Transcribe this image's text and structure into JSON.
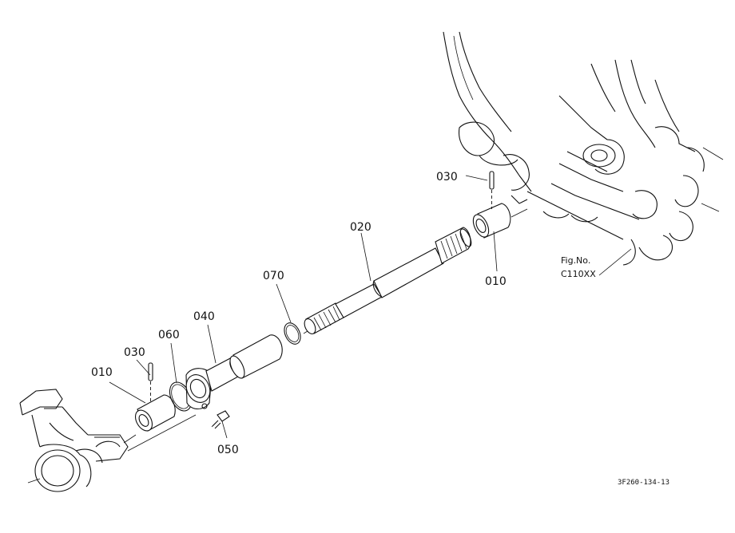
{
  "labels": {
    "p010_left": "010",
    "p030_left": "030",
    "p060": "060",
    "p040": "040",
    "p050": "050",
    "p070": "070",
    "p020": "020",
    "p030_right": "030",
    "p010_right": "010"
  },
  "figref": {
    "line1": "Fig.No.",
    "line2": "C110XX"
  },
  "drawing_code": "3F260-134-13"
}
